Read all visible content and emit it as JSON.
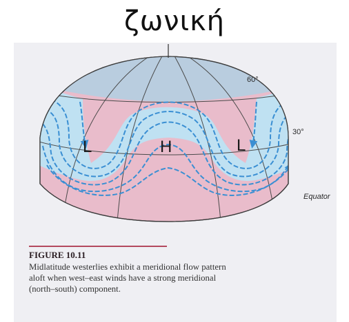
{
  "slide": {
    "title": "ζωνική"
  },
  "figure": {
    "latitude_labels": [
      "60°",
      "30°"
    ],
    "equator_label": "Equator",
    "pressure_labels": {
      "low_left": "L",
      "high": "H",
      "low_right": "L"
    },
    "caption": {
      "heading": "FIGURE 10.11",
      "lines": [
        "Midlatitude westerlies exhibit a meridional flow pattern",
        "aloft when west–east winds have a strong meridional",
        "(north–south) component."
      ]
    }
  },
  "colors": {
    "hemisphere_lower": "#e9bccb",
    "polar_cap": "#b9cddf",
    "flow_band": "#bfe1f2",
    "arrow": "#3a8fd3"
  }
}
